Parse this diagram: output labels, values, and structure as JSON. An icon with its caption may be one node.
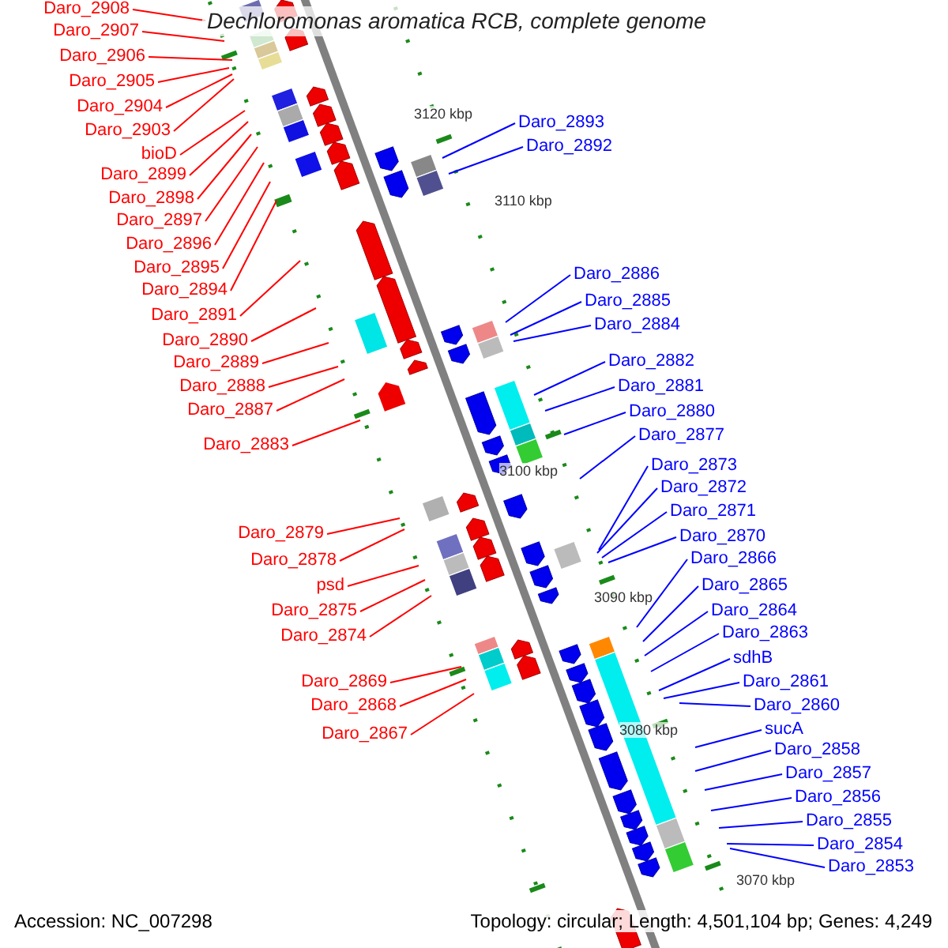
{
  "diagram": {
    "title": "Dechloromonas aromatica RCB, complete genome",
    "nodes": [
      {
        "text": [
          "Daro_2908"
        ]
      },
      {
        "text": [
          "Daro_2907"
        ]
      },
      {
        "text": [
          "Daro_2906"
        ]
      },
      {
        "text": [
          "Daro_2905"
        ]
      },
      {
        "text": [
          "Daro_2904"
        ]
      },
      {
        "text": [
          "Daro_2903"
        ]
      },
      {
        "text": [
          "bioD"
        ]
      },
      {
        "text": [
          "Daro_2899"
        ]
      },
      {
        "text": [
          "Daro_2898"
        ]
      },
      {
        "text": [
          "Daro_2897"
        ]
      },
      {
        "text": [
          "Daro_2896"
        ]
      },
      {
        "text": [
          "Daro_2895"
        ]
      },
      {
        "text": [
          "Daro_2894"
        ]
      },
      {
        "text": [
          "Daro_2891"
        ]
      },
      {
        "text": [
          "Daro_2890"
        ]
      },
      {
        "text": [
          "Daro_2889"
        ]
      },
      {
        "text": [
          "Daro_2888"
        ]
      },
      {
        "text": [
          "Daro_2887"
        ]
      },
      {
        "text": [
          "Daro_2883"
        ]
      },
      {
        "text": [
          "Daro_2879"
        ]
      },
      {
        "text": [
          "Daro_2878"
        ]
      },
      {
        "text": [
          "psd"
        ]
      },
      {
        "text": [
          "Daro_2875"
        ]
      },
      {
        "text": [
          "Daro_2874"
        ]
      },
      {
        "text": [
          "Daro_2869"
        ]
      },
      {
        "text": [
          "Daro_2868"
        ]
      },
      {
        "text": [
          "Daro_2867"
        ]
      },
      {
        "text": [
          "Daro_2893"
        ]
      },
      {
        "text": [
          "Daro_2892"
        ]
      },
      {
        "text": [
          "Daro_2886"
        ]
      },
      {
        "text": [
          "Daro_2885"
        ]
      },
      {
        "text": [
          "Daro_2884"
        ]
      },
      {
        "text": [
          "Daro_2882"
        ]
      },
      {
        "text": [
          "Daro_2881"
        ]
      },
      {
        "text": [
          "Daro_2880"
        ]
      },
      {
        "text": [
          "Daro_2877"
        ]
      },
      {
        "text": [
          "Daro_2873"
        ]
      },
      {
        "text": [
          "Daro_2872"
        ]
      },
      {
        "text": [
          "Daro_2871"
        ]
      },
      {
        "text": [
          "Daro_2870"
        ]
      },
      {
        "text": [
          "Daro_2866"
        ]
      },
      {
        "text": [
          "Daro_2865"
        ]
      },
      {
        "text": [
          "Daro_2864"
        ]
      },
      {
        "text": [
          "Daro_2863"
        ]
      },
      {
        "text": [
          "sdhB"
        ]
      },
      {
        "text": [
          "Daro_2861"
        ]
      },
      {
        "text": [
          "Daro_2860"
        ]
      },
      {
        "text": [
          "sucA"
        ]
      },
      {
        "text": [
          "Daro_2858"
        ]
      },
      {
        "text": [
          "Daro_2857"
        ]
      },
      {
        "text": [
          "Daro_2856"
        ]
      },
      {
        "text": [
          "Daro_2855"
        ]
      },
      {
        "text": [
          "Daro_2854"
        ]
      },
      {
        "text": [
          "Daro_2853"
        ]
      }
    ],
    "edges": [
      {
        "from": 0,
        "to": null,
        "arrow": "none",
        "color": "#ff0000"
      },
      {
        "from": 1,
        "to": null,
        "arrow": "none",
        "color": "#ff0000"
      },
      {
        "from": 2,
        "to": null,
        "arrow": "none",
        "color": "#ff0000"
      },
      {
        "from": 3,
        "to": null,
        "arrow": "none",
        "color": "#ff0000"
      },
      {
        "from": 4,
        "to": null,
        "arrow": "none",
        "color": "#ff0000"
      },
      {
        "from": 5,
        "to": null,
        "arrow": "none",
        "color": "#ff0000"
      },
      {
        "from": 6,
        "to": null,
        "arrow": "none",
        "color": "#ff0000"
      },
      {
        "from": 7,
        "to": null,
        "arrow": "none",
        "color": "#ff0000"
      },
      {
        "from": 8,
        "to": null,
        "arrow": "none",
        "color": "#ff0000"
      },
      {
        "from": 9,
        "to": null,
        "arrow": "none",
        "color": "#ff0000"
      },
      {
        "from": 10,
        "to": null,
        "arrow": "none",
        "color": "#ff0000"
      },
      {
        "from": 11,
        "to": null,
        "arrow": "none",
        "color": "#ff0000"
      },
      {
        "from": 12,
        "to": null,
        "arrow": "none",
        "color": "#ff0000"
      },
      {
        "from": 13,
        "to": null,
        "arrow": "none",
        "color": "#ff0000"
      },
      {
        "from": 14,
        "to": null,
        "arrow": "none",
        "color": "#ff0000"
      },
      {
        "from": 15,
        "to": null,
        "arrow": "none",
        "color": "#ff0000"
      },
      {
        "from": 16,
        "to": null,
        "arrow": "none",
        "color": "#ff0000"
      },
      {
        "from": 17,
        "to": null,
        "arrow": "none",
        "color": "#ff0000"
      },
      {
        "from": 18,
        "to": null,
        "arrow": "none",
        "color": "#ff0000"
      },
      {
        "from": 19,
        "to": null,
        "arrow": "none",
        "color": "#ff0000"
      },
      {
        "from": 20,
        "to": null,
        "arrow": "none",
        "color": "#ff0000"
      },
      {
        "from": 21,
        "to": null,
        "arrow": "none",
        "color": "#ff0000"
      },
      {
        "from": 22,
        "to": null,
        "arrow": "none",
        "color": "#ff0000"
      },
      {
        "from": 23,
        "to": null,
        "arrow": "none",
        "color": "#ff0000"
      },
      {
        "from": 24,
        "to": null,
        "arrow": "none",
        "color": "#ff0000"
      },
      {
        "from": 25,
        "to": null,
        "arrow": "none",
        "color": "#ff0000"
      },
      {
        "from": 26,
        "to": null,
        "arrow": "none",
        "color": "#ff0000"
      },
      {
        "from": 27,
        "to": null,
        "arrow": "none",
        "color": "#0000ff"
      },
      {
        "from": 28,
        "to": null,
        "arrow": "none",
        "color": "#0000ff"
      },
      {
        "from": 29,
        "to": null,
        "arrow": "none",
        "color": "#0000ff"
      },
      {
        "from": 30,
        "to": null,
        "arrow": "none",
        "color": "#0000ff"
      },
      {
        "from": 31,
        "to": null,
        "arrow": "none",
        "color": "#0000ff"
      },
      {
        "from": 32,
        "to": null,
        "arrow": "none",
        "color": "#0000ff"
      },
      {
        "from": 33,
        "to": null,
        "arrow": "none",
        "color": "#0000ff"
      },
      {
        "from": 34,
        "to": null,
        "arrow": "none",
        "color": "#0000ff"
      },
      {
        "from": 35,
        "to": null,
        "arrow": "none",
        "color": "#0000ff"
      },
      {
        "from": 36,
        "to": null,
        "arrow": "none",
        "color": "#0000ff"
      },
      {
        "from": 37,
        "to": null,
        "arrow": "none",
        "color": "#0000ff"
      },
      {
        "from": 38,
        "to": null,
        "arrow": "none",
        "color": "#0000ff"
      },
      {
        "from": 39,
        "to": null,
        "arrow": "none",
        "color": "#0000ff"
      },
      {
        "from": 40,
        "to": null,
        "arrow": "none",
        "color": "#0000ff"
      },
      {
        "from": 41,
        "to": null,
        "arrow": "none",
        "color": "#0000ff"
      },
      {
        "from": 42,
        "to": null,
        "arrow": "none",
        "color": "#0000ff"
      },
      {
        "from": 43,
        "to": null,
        "arrow": "none",
        "color": "#0000ff"
      },
      {
        "from": 44,
        "to": null,
        "arrow": "none",
        "color": "#0000ff"
      },
      {
        "from": 45,
        "to": null,
        "arrow": "none",
        "color": "#0000ff"
      },
      {
        "from": 46,
        "to": null,
        "arrow": "none",
        "color": "#0000ff"
      },
      {
        "from": 47,
        "to": null,
        "arrow": "none",
        "color": "#0000ff"
      },
      {
        "from": 48,
        "to": null,
        "arrow": "none",
        "color": "#0000ff"
      },
      {
        "from": 49,
        "to": null,
        "arrow": "none",
        "color": "#0000ff"
      },
      {
        "from": 50,
        "to": null,
        "arrow": "none",
        "color": "#0000ff"
      },
      {
        "from": 51,
        "to": null,
        "arrow": "none",
        "color": "#0000ff"
      },
      {
        "from": 52,
        "to": null,
        "arrow": "none",
        "color": "#0000ff"
      },
      {
        "from": 53,
        "to": null,
        "arrow": "none",
        "color": "#0000ff"
      }
    ],
    "labels": [
      "3120 kbp",
      "3110 kbp",
      "3100 kbp",
      "3090 kbp",
      "3080 kbp",
      "3070 kbp",
      "Accession: NC_007298",
      "Topology: circular; Length: 4,501,104 bp; Genes: 4,249"
    ]
  }
}
